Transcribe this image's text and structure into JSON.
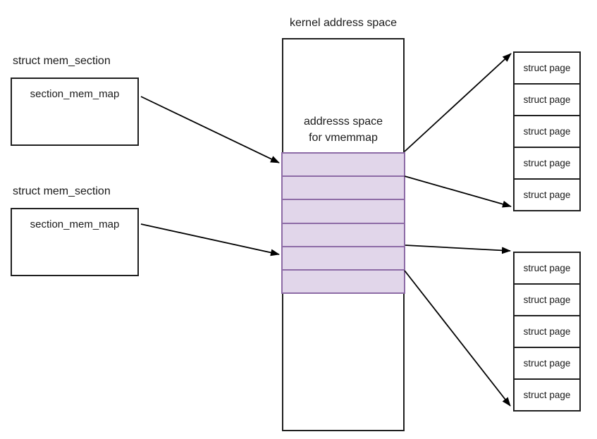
{
  "diagram": {
    "title": "kernel address space",
    "mem_sections": [
      {
        "label": "struct mem_section",
        "field": "section_mem_map"
      },
      {
        "label": "struct mem_section",
        "field": "section_mem_map"
      }
    ],
    "vmemmap": {
      "label": "addresss space\nfor vmemmap",
      "shaded_row_count": 6
    },
    "page_stacks": [
      {
        "cells": [
          "struct page",
          "struct page",
          "struct page",
          "struct page",
          "struct page"
        ]
      },
      {
        "cells": [
          "struct page",
          "struct page",
          "struct page",
          "struct page",
          "struct page"
        ]
      }
    ],
    "colors": {
      "shaded_fill": "#e1d6ea",
      "shaded_border": "#8d6ba6",
      "line": "#000000",
      "box_border": "#1f1f1f",
      "text": "#1a1a1a",
      "background": "#ffffff"
    }
  }
}
